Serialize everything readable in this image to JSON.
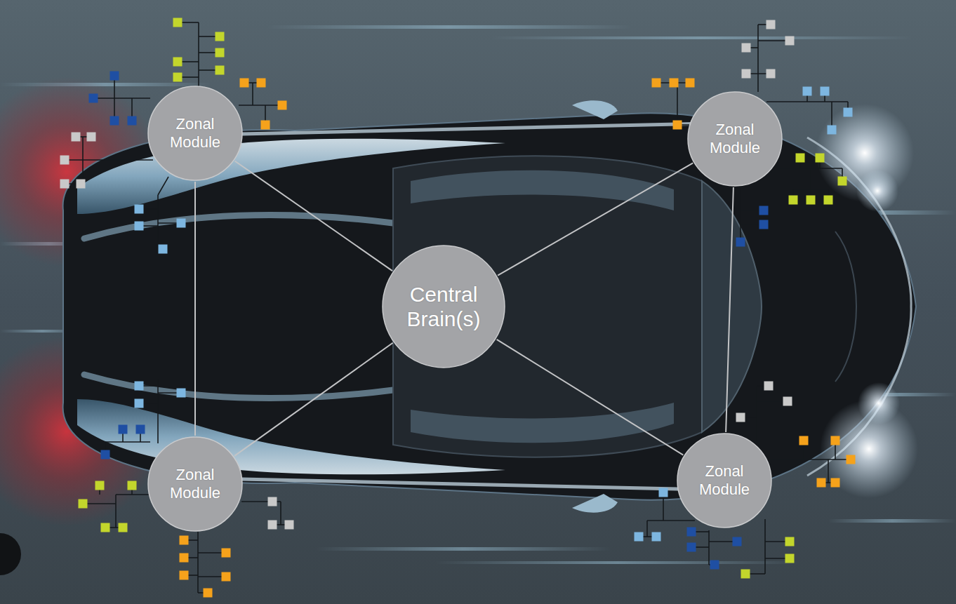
{
  "diagram": {
    "nodes": [
      {
        "text": [
          "Zonal Module"
        ]
      },
      {
        "text": [
          "Zonal Module"
        ]
      },
      {
        "text": [
          "Central Brain(s)"
        ]
      },
      {
        "text": [
          "Zonal Module"
        ]
      },
      {
        "text": [
          "Zonal Module"
        ]
      }
    ],
    "edges": [
      {
        "from": 2,
        "to": 0,
        "arrow": "none"
      },
      {
        "from": 2,
        "to": 1,
        "arrow": "none"
      },
      {
        "from": 2,
        "to": 3,
        "arrow": "none"
      },
      {
        "from": 2,
        "to": 4,
        "arrow": "none"
      },
      {
        "from": 0,
        "to": 3,
        "arrow": "none"
      },
      {
        "from": 1,
        "to": 4,
        "arrow": "none"
      }
    ]
  }
}
